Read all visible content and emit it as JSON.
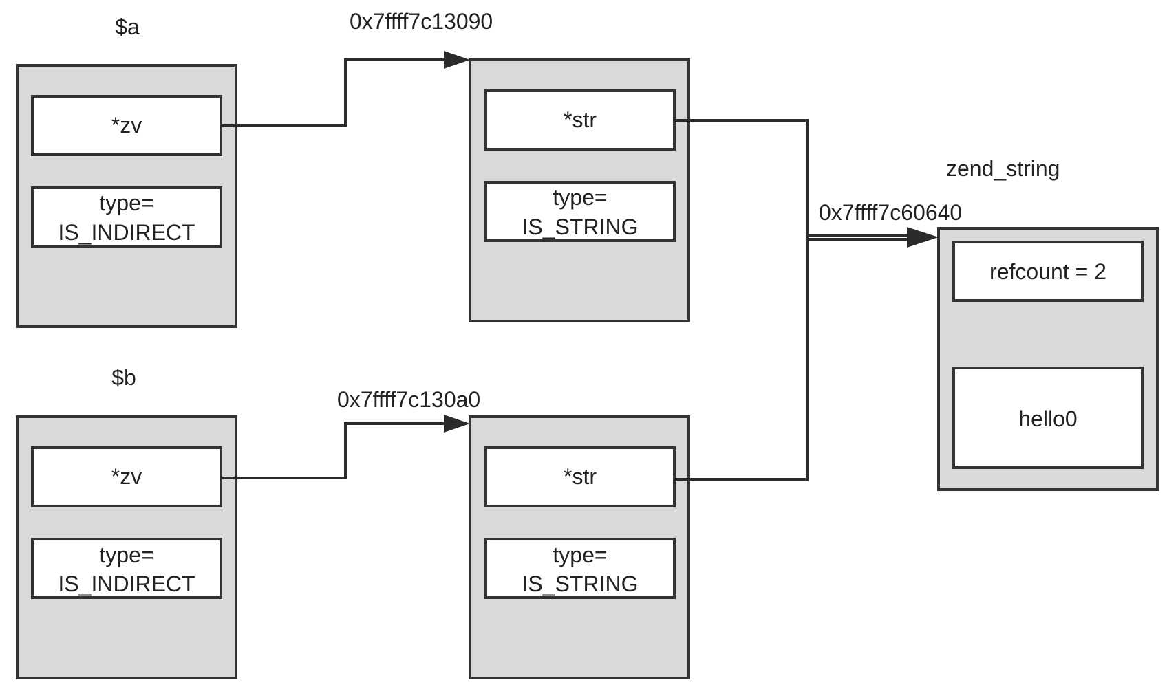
{
  "labels": {
    "var_a": "$a",
    "var_b": "$b",
    "addr_a": "0x7ffff7c13090",
    "addr_b": "0x7ffff7c130a0",
    "zend_string": "zend_string",
    "addr_str": "0x7ffff7c60640"
  },
  "indirect_a": {
    "ptr": "*zv",
    "type_line1": "type=",
    "type_line2": "IS_INDIRECT"
  },
  "indirect_b": {
    "ptr": "*zv",
    "type_line1": "type=",
    "type_line2": "IS_INDIRECT"
  },
  "zval_a": {
    "ptr": "*str",
    "type_line1": "type=",
    "type_line2": "IS_STRING"
  },
  "zval_b": {
    "ptr": "*str",
    "type_line1": "type=",
    "type_line2": "IS_STRING"
  },
  "zend_string_box": {
    "refcount": "refcount = 2",
    "value": "hello0"
  },
  "colors": {
    "box_fill": "#d9d9d9",
    "field_fill": "#ffffff",
    "stroke": "#333333"
  }
}
